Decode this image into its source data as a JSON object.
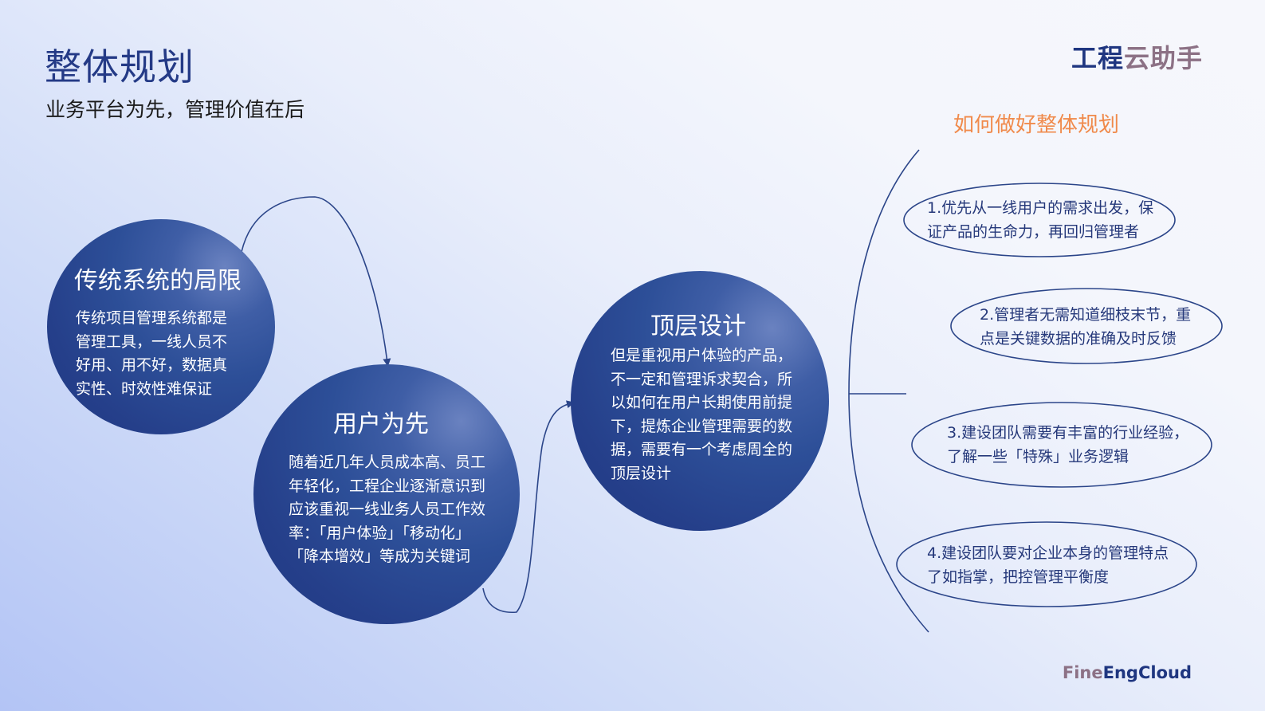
{
  "header": {
    "title": "整体规划",
    "subtitle": "业务平台为先，管理价值在后",
    "logo_part1": "工程",
    "logo_part2": "云助手"
  },
  "footer": {
    "logo_part1": "Fine",
    "logo_part2": "EngCloud"
  },
  "circles": [
    {
      "title": "传统系统的局限",
      "lines": [
        "传统项目管理系统都是",
        "管理工具，一线人员不",
        "好用、用不好，数据真",
        "实性、时效性难保证"
      ]
    },
    {
      "title": "用户为先",
      "lines": [
        "随着近几年人员成本高、员工",
        "年轻化，工程企业逐渐意识到",
        "应该重视一线业务人员工作效",
        "率：「用户体验」「移动化」",
        "「降本增效」等成为关键词"
      ]
    },
    {
      "title": "顶层设计",
      "lines": [
        "但是重视用户体验的产品，",
        "不一定和管理诉求契合，所",
        "以如何在用户长期使用前提",
        "下，提炼企业管理需要的数",
        "据，需要有一个考虑周全的",
        "顶层设计"
      ]
    }
  ],
  "right_panel": {
    "title": "如何做好整体规划",
    "items": [
      {
        "lines": [
          "1.优先从一线用户的需求出发，保",
          "证产品的生命力，再回归管理者"
        ]
      },
      {
        "lines": [
          "2.管理者无需知道细枝末节，重",
          "点是关键数据的准确及时反馈"
        ]
      },
      {
        "lines": [
          "3.建设团队需要有丰富的行业经验，",
          "了解一些「特殊」业务逻辑"
        ]
      },
      {
        "lines": [
          "4.建设团队要对企业本身的管理特点",
          "了如指掌，把控管理平衡度"
        ]
      }
    ]
  },
  "colors": {
    "title": "#243a86",
    "circle_fill": "#253f8a",
    "accent_orange": "#f08a4b",
    "line": "#2b4589",
    "logo_blue": "#1f3680",
    "logo_mauve": "#8c7185"
  }
}
